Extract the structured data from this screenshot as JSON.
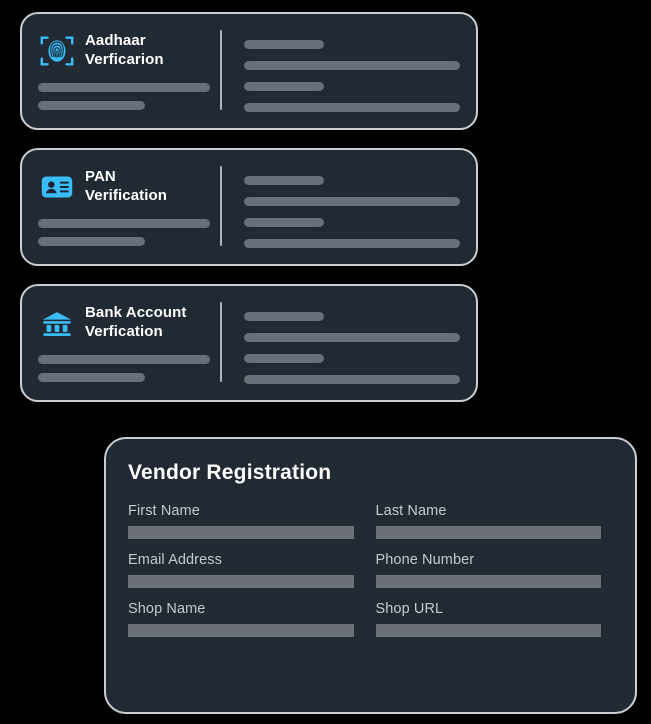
{
  "theme": {
    "page_background": "#000000",
    "card_background": "#212932",
    "card_border": "#c9ced4",
    "accent": "#38bdf8",
    "title_text": "#ffffff",
    "label_text": "#c4c9d0",
    "placeholder_bar": "#686f78",
    "input_bar": "#6b7078",
    "divider": "#a9b5c6"
  },
  "verification_cards": [
    {
      "id": "aadhaar",
      "title": "Aadhaar\nVerficarion",
      "icon": "fingerprint-scan-icon",
      "left_bars": [
        100,
        62
      ],
      "right_bars": [
        37,
        100,
        37,
        100
      ]
    },
    {
      "id": "pan",
      "title": "PAN\nVerification",
      "icon": "id-card-icon",
      "left_bars": [
        100,
        62
      ],
      "right_bars": [
        37,
        100,
        37,
        100
      ]
    },
    {
      "id": "bank-account",
      "title": "Bank Account\nVerfication",
      "icon": "bank-building-icon",
      "left_bars": [
        100,
        62
      ],
      "right_bars": [
        37,
        100,
        37,
        100
      ]
    }
  ],
  "vendor_form": {
    "title": "Vendor Registration",
    "fields": [
      {
        "label": "First Name",
        "value": "",
        "placeholder": ""
      },
      {
        "label": "Last Name",
        "value": "",
        "placeholder": ""
      },
      {
        "label": "Email Address",
        "value": "",
        "placeholder": ""
      },
      {
        "label": "Phone Number",
        "value": "",
        "placeholder": ""
      },
      {
        "label": "Shop Name",
        "value": "",
        "placeholder": ""
      },
      {
        "label": "Shop URL",
        "value": "",
        "placeholder": ""
      }
    ]
  }
}
